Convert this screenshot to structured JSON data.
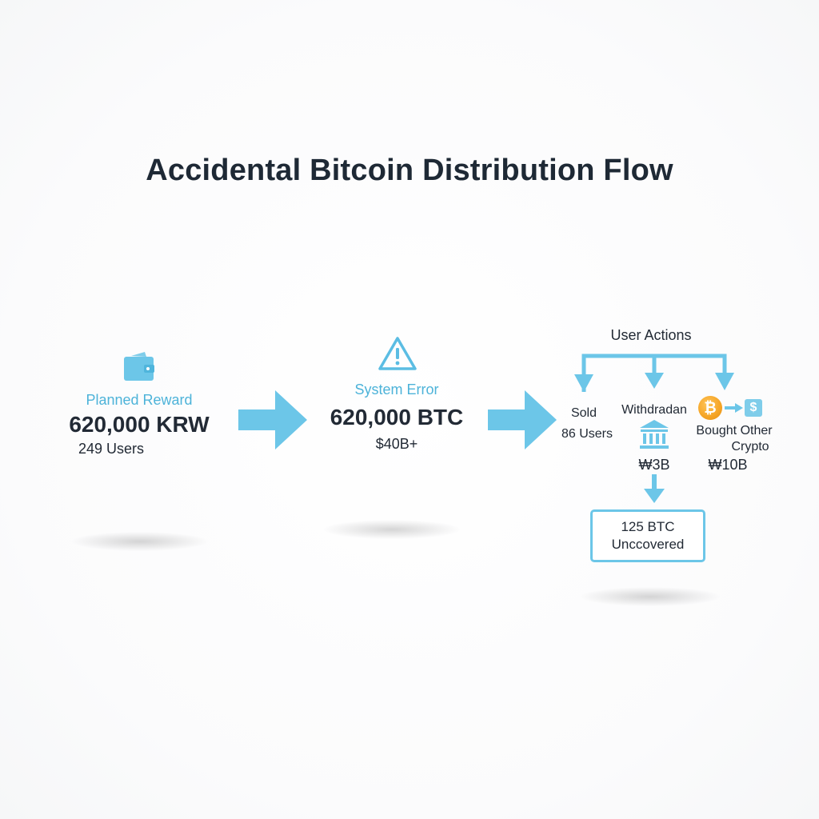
{
  "title": "Accidental Bitcoin Distribution Flow",
  "colors": {
    "accent_blue": "#6cc6e8",
    "label_blue": "#4db3d9",
    "bitcoin_orange": "#f5a425",
    "text_dark": "#222a35"
  },
  "planned": {
    "icon": "wallet-icon",
    "label": "Planned Reward",
    "value": "620,000 KRW",
    "users": "249 Users"
  },
  "error": {
    "icon": "warning-icon",
    "label": "System Error",
    "value": "620,000 BTC",
    "usd": "$40B+"
  },
  "actions": {
    "header": "User Actions",
    "sold": {
      "label": "Sold",
      "users": "86 Users"
    },
    "withdrawn": {
      "label": "Withdradan",
      "icon": "bank-icon",
      "amount": "₩3B"
    },
    "bought": {
      "icons": [
        "bitcoin-icon",
        "arrow-right-icon",
        "dollar-icon"
      ],
      "bitcoin_symbol": "₿",
      "dollar_symbol": "$",
      "label_line1": "Bought Other",
      "label_line2": "Crypto",
      "amount": "₩10B"
    }
  },
  "uncovered": {
    "line1": "125 BTC",
    "line2": "Unccovered"
  }
}
